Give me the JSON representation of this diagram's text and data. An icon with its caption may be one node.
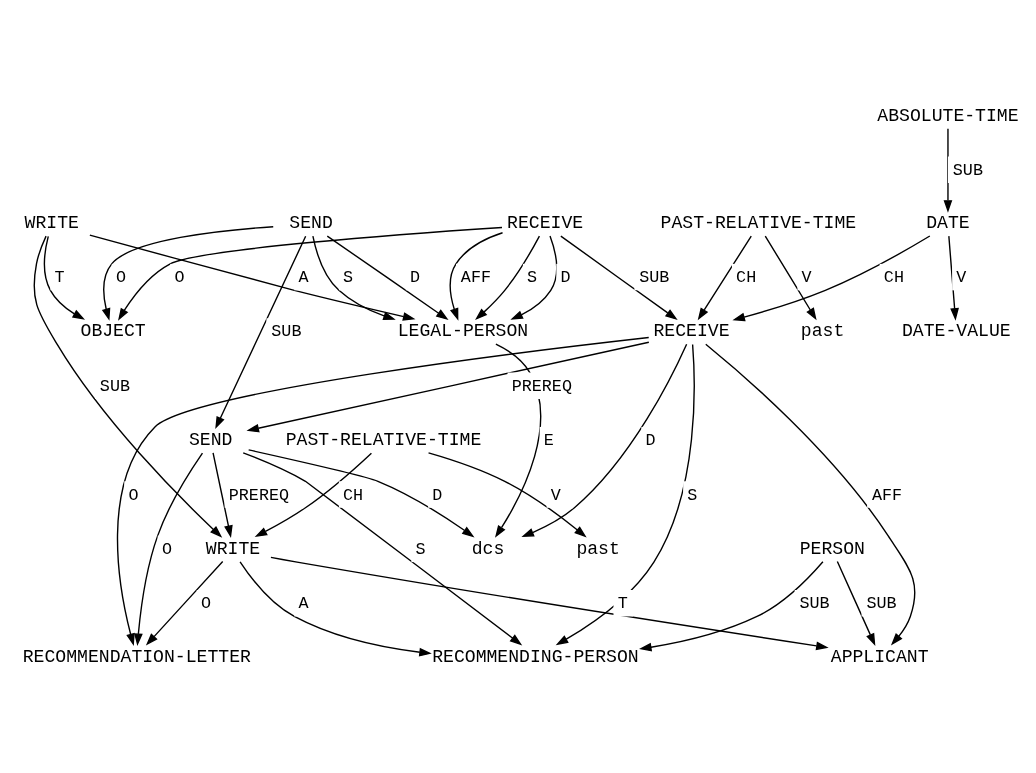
{
  "diagram": {
    "nodes": [
      {
        "text": [
          "RECEIVE"
        ]
      },
      {
        "text": [
          "SEND"
        ]
      },
      {
        "text": [
          "WRITE"
        ]
      },
      {
        "text": [
          "past"
        ]
      },
      {
        "text": [
          "LEGAL-PERSON"
        ]
      },
      {
        "text": [
          "OBJECT"
        ]
      },
      {
        "text": [
          "PAST-RELATIVE-TIME"
        ]
      },
      {
        "text": [
          "RECOMMENDATION-LETTER"
        ]
      },
      {
        "text": [
          "past"
        ]
      },
      {
        "text": [
          "RECEIVE"
        ]
      },
      {
        "text": [
          "SEND"
        ]
      },
      {
        "text": [
          "WRITE"
        ]
      },
      {
        "text": [
          "PAST-RELATIVE-TIME"
        ]
      },
      {
        "text": [
          "dcs"
        ]
      },
      {
        "text": [
          "APPLICANT"
        ]
      },
      {
        "text": [
          "RECOMMENDING-PERSON"
        ]
      },
      {
        "text": [
          "PERSON"
        ]
      },
      {
        "text": [
          "DATE"
        ]
      },
      {
        "text": [
          "ABSOLUTE-TIME"
        ]
      },
      {
        "text": [
          "DATE-VALUE"
        ]
      }
    ],
    "edges": [
      {
        "from": 0,
        "to": 4,
        "arrow": "to",
        "label": "S"
      },
      {
        "from": 0,
        "to": 4,
        "arrow": "to",
        "label": "D"
      },
      {
        "from": 0,
        "to": 4,
        "arrow": "to",
        "label": "AFF"
      },
      {
        "from": 0,
        "to": 5,
        "arrow": "to",
        "label": "O"
      },
      {
        "from": 0,
        "to": 9,
        "arrow": "to",
        "label": "SUB"
      },
      {
        "from": 1,
        "to": 4,
        "arrow": "to",
        "label": "S"
      },
      {
        "from": 1,
        "to": 4,
        "arrow": "to",
        "label": "D"
      },
      {
        "from": 1,
        "to": 5,
        "arrow": "to",
        "label": "O"
      },
      {
        "from": 1,
        "to": 10,
        "arrow": "to",
        "label": "SUB"
      },
      {
        "from": 2,
        "to": 4,
        "arrow": "to",
        "label": "A"
      },
      {
        "from": 2,
        "to": 5,
        "arrow": "to",
        "label": "T"
      },
      {
        "from": 2,
        "to": 11,
        "arrow": "to",
        "label": "SUB"
      },
      {
        "from": 6,
        "to": 3,
        "arrow": "to",
        "label": "V"
      },
      {
        "from": 6,
        "to": 9,
        "arrow": "to",
        "label": "CH"
      },
      {
        "from": 4,
        "to": 13,
        "arrow": "to",
        "label": "E"
      },
      {
        "from": 9,
        "to": 7,
        "arrow": "to",
        "label": "O"
      },
      {
        "from": 10,
        "to": 7,
        "arrow": "to",
        "label": "O"
      },
      {
        "from": 11,
        "to": 7,
        "arrow": "to",
        "label": "O"
      },
      {
        "from": 9,
        "to": 10,
        "arrow": "to",
        "label": "PREREQ"
      },
      {
        "from": 10,
        "to": 11,
        "arrow": "to",
        "label": "PREREQ"
      },
      {
        "from": 12,
        "to": 11,
        "arrow": "to",
        "label": "CH"
      },
      {
        "from": 12,
        "to": 8,
        "arrow": "to",
        "label": "V"
      },
      {
        "from": 9,
        "to": 13,
        "arrow": "to",
        "label": "D"
      },
      {
        "from": 10,
        "to": 13,
        "arrow": "to",
        "label": "D"
      },
      {
        "from": 9,
        "to": 14,
        "arrow": "to",
        "label": "AFF"
      },
      {
        "from": 9,
        "to": 15,
        "arrow": "to",
        "label": "S"
      },
      {
        "from": 10,
        "to": 15,
        "arrow": "to",
        "label": "S"
      },
      {
        "from": 11,
        "to": 14,
        "arrow": "to",
        "label": "T"
      },
      {
        "from": 11,
        "to": 15,
        "arrow": "to",
        "label": "A"
      },
      {
        "from": 16,
        "to": 14,
        "arrow": "to",
        "label": "SUB"
      },
      {
        "from": 16,
        "to": 15,
        "arrow": "to",
        "label": "SUB"
      },
      {
        "from": 17,
        "to": 9,
        "arrow": "to",
        "label": "CH"
      },
      {
        "from": 18,
        "to": 17,
        "arrow": "to",
        "label": "SUB"
      },
      {
        "from": 17,
        "to": 19,
        "arrow": "to",
        "label": "V"
      }
    ]
  }
}
